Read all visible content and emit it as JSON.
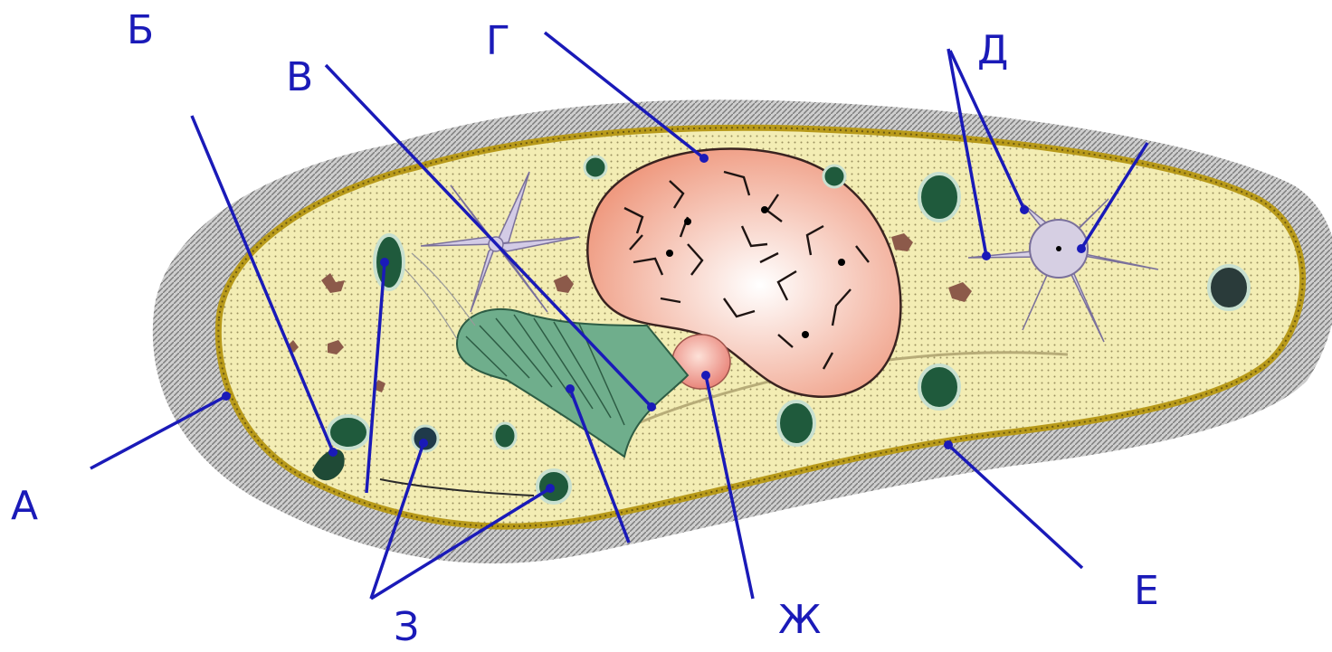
{
  "diagram": {
    "labels": {
      "a": "А",
      "b": "Б",
      "v": "В",
      "g": "Г",
      "d": "Д",
      "e": "Е",
      "zh": "Ж",
      "z": "З"
    },
    "colors": {
      "label_text": "#1a1ab8",
      "leader_line": "#1a1ab8",
      "cytoplasm": "#f3edb4",
      "pellicle": "#b89a1a",
      "cilia": "#8a8a8a",
      "macronucleus": "#f1a58c",
      "micronucleus": "#f4a89e",
      "cytopharynx": "#5aa07a",
      "contractile_vacuole": "#cfc6dd",
      "food_vacuole": "#1f5a3c"
    }
  }
}
